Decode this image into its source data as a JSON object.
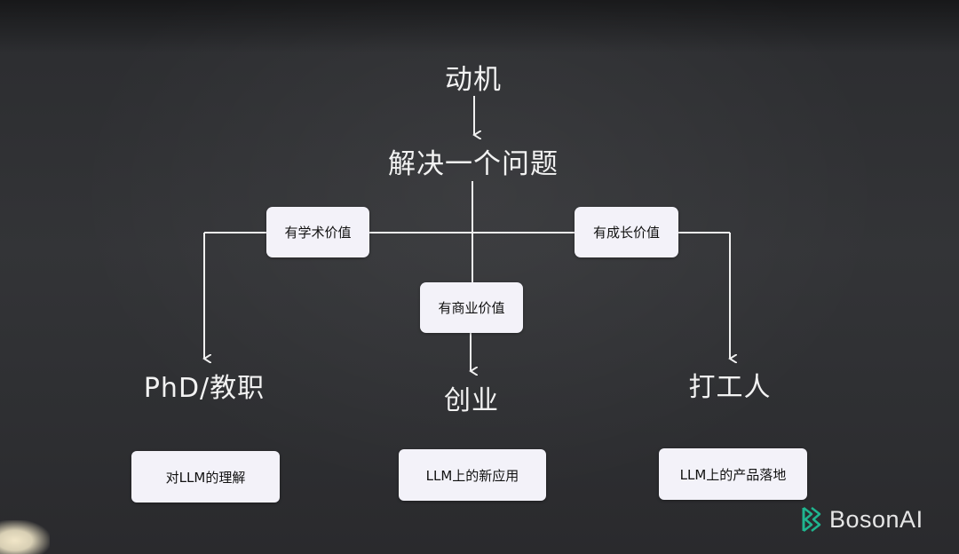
{
  "diagram": {
    "root": "动机",
    "goal": "解决一个问题",
    "branches": [
      {
        "value": "有学术价值",
        "outcome": "PhD/教职",
        "focus": "对LLM的理解"
      },
      {
        "value": "有商业价值",
        "outcome": "创业",
        "focus": "LLM上的新应用"
      },
      {
        "value": "有成长价值",
        "outcome": "打工人",
        "focus": "LLM上的产品落地"
      }
    ]
  },
  "logo": {
    "text": "BosonAI",
    "icon": "boson-mark-icon",
    "color": "#1fb58f"
  },
  "colors": {
    "background": "#2f3033",
    "text": "#f2f2f2",
    "box": "#f3f2f9",
    "line": "#f0f0f0"
  }
}
